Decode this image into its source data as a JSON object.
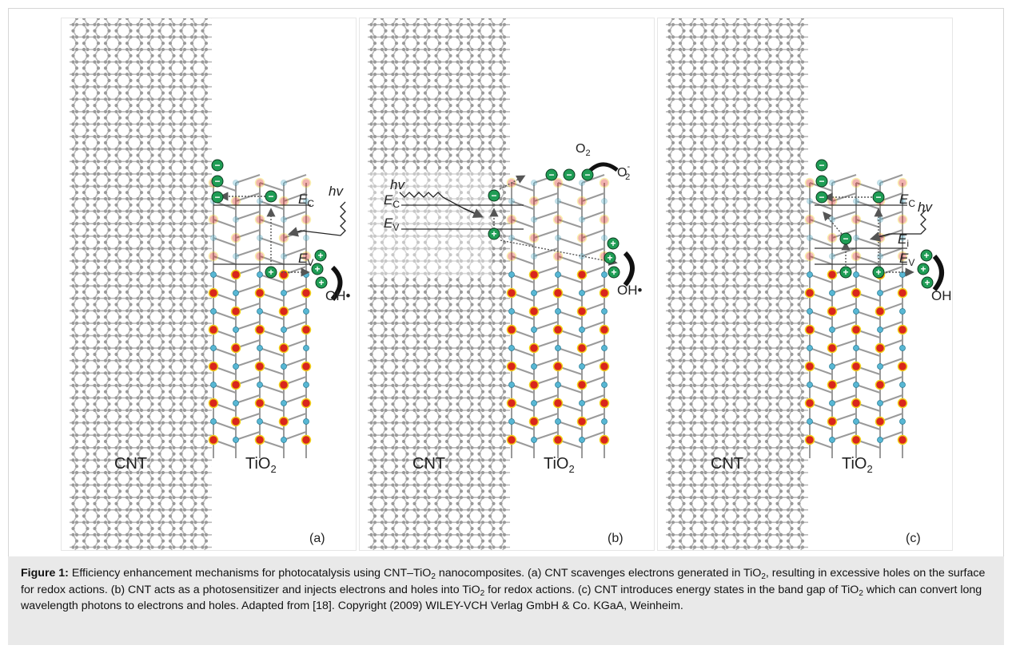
{
  "figure": {
    "panels": [
      {
        "tag": "(a)",
        "cnt_label": "CNT",
        "tio2_label": "TiO",
        "tio2_sub": "2",
        "ec_label": "E",
        "ec_sub": "C",
        "ev_label": "E",
        "ev_sub": "V",
        "photon_label": "hv",
        "radical_label": "OH•",
        "minus_glyph": "−",
        "plus_glyph": "+"
      },
      {
        "tag": "(b)",
        "cnt_label": "CNT",
        "tio2_label": "TiO",
        "tio2_sub": "2",
        "ec_label": "E",
        "ec_sub": "C",
        "ev_label": "E",
        "ev_sub": "V",
        "photon_label": "hv",
        "o2_label": "O",
        "o2_sub": "2",
        "o2r_label": "O",
        "o2r_sub": "2",
        "o2r_sup": "-",
        "radical_label": "OH•",
        "minus_glyph": "−",
        "plus_glyph": "+"
      },
      {
        "tag": "(c)",
        "cnt_label": "CNT",
        "tio2_label": "TiO",
        "tio2_sub": "2",
        "ec_label": "E",
        "ec_sub": "C",
        "ev_label": "E",
        "ev_sub": "V",
        "ei_label": "E",
        "ei_sub": "i",
        "photon_label": "hv",
        "radical_label": "OH•",
        "minus_glyph": "−",
        "plus_glyph": "+"
      }
    ],
    "caption": {
      "lead": "Figure 1:",
      "t1": " Efficiency enhancement mechanisms for photocatalysis using CNT–TiO",
      "s1": "2",
      "t2": " nanocomposites. (a) CNT scavenges electrons generated in TiO",
      "s2": "2",
      "t3": ", resulting in excessive holes on the surface for redox actions. (b) CNT acts as a photosensitizer and injects electrons and holes into TiO",
      "s3": "2",
      "t4": " for redox actions. (c) CNT introduces energy states in the band gap of TiO",
      "s4": "2",
      "t5": " which can convert long wavelength photons to electrons and holes. Adapted from [18]. Copyright (2009) WILEY-VCH Verlag GmbH & Co. KGaA, Weinheim."
    },
    "colors": {
      "carrier_fill": "#1f9d55",
      "oxygen_atom": "#d9261c",
      "atom_rim": "#f2d21b",
      "titanium_atom": "#58b7d4",
      "cnt_atom": "#9a9a9a"
    }
  }
}
